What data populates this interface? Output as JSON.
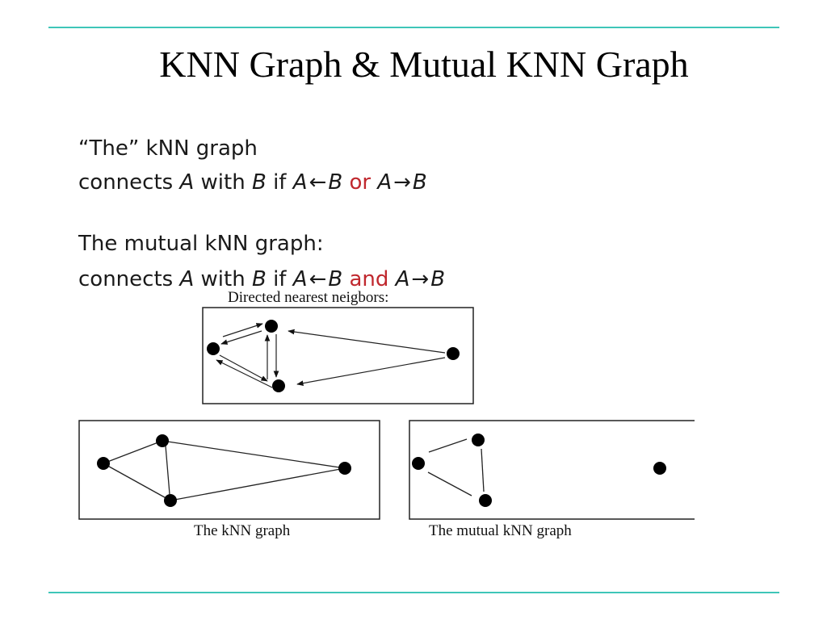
{
  "slide": {
    "title": "KNN Graph & Mutual KNN Graph",
    "rule_color": "#3fc6b8"
  },
  "definitions": {
    "knn": {
      "heading": "“The”  kNN graph",
      "connects": "connects",
      "a": "A",
      "with": "with",
      "b": "B",
      "if": "if",
      "arrow_left": "←",
      "connector": "or",
      "arrow_right": "→"
    },
    "mutual": {
      "heading": "The mutual kNN graph:",
      "connects": "connects",
      "a": "A",
      "with": "with",
      "b": "B",
      "if": "if",
      "arrow_left": "←",
      "connector": "and",
      "arrow_right": "→"
    },
    "connector_color": "#c0282e"
  },
  "figures": {
    "directed": {
      "caption": "Directed nearest neigbors:"
    },
    "knn": {
      "caption": "The kNN graph"
    },
    "mutual": {
      "caption": "The mutual kNN graph"
    }
  }
}
